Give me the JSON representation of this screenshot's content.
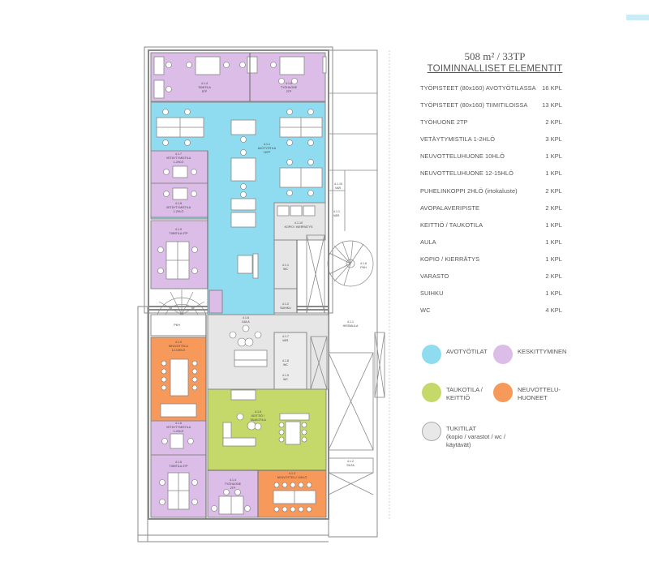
{
  "summary": {
    "area": "508 m² / 33TP",
    "heading": "TOIMINNALLISET ELEMENTIT"
  },
  "elements": [
    {
      "label": "TYÖPISTEET (80x160) AVOTYÖTILASSA",
      "qty": "16 KPL"
    },
    {
      "label": "TYÖPISTEET (80x160) TIIMITILOISSA",
      "qty": "13 KPL"
    },
    {
      "label": "TYÖHUONE 2TP",
      "qty": "2 KPL"
    },
    {
      "label": "VETÄYTYMISTILA 1-2HLÖ",
      "qty": "3 KPL"
    },
    {
      "label": "NEUVOTTELUHUONE 10HLÖ",
      "qty": "1 KPL"
    },
    {
      "label": "NEUVOTTELUHUONE 12-15HLÖ",
      "qty": "1 KPL"
    },
    {
      "label": "PUHELINKOPPI 2HLÖ (irtokaluste)",
      "qty": "2 KPL"
    },
    {
      "label": "AVOPALAVERIPISTE",
      "qty": "2 KPL"
    },
    {
      "label": "KEITTIÖ / TAUKOTILA",
      "qty": "1 KPL"
    },
    {
      "label": "AULA",
      "qty": "1 KPL"
    },
    {
      "label": "KOPIO / KIERRÄTYS",
      "qty": "1 KPL"
    },
    {
      "label": "VARASTO",
      "qty": "2 KPL"
    },
    {
      "label": "SUIHKU",
      "qty": "1 KPL"
    },
    {
      "label": "WC",
      "qty": "4 KPL"
    }
  ],
  "legend": [
    {
      "key": "open",
      "label_1": "AVOTYÖTILAT",
      "label_2": "",
      "label_3": "",
      "color": "#8fdcf0"
    },
    {
      "key": "focus",
      "label_1": "KESKITTYMINEN",
      "label_2": "",
      "label_3": "",
      "color": "#dcbde8"
    },
    {
      "key": "break",
      "label_1": "TAUKOTILA /",
      "label_2": "KEITTIÖ",
      "label_3": "",
      "color": "#c5d86a"
    },
    {
      "key": "meeting",
      "label_1": "NEUVOTTELU-",
      "label_2": "HUONEET",
      "label_3": "",
      "color": "#f7995a"
    },
    {
      "key": "support",
      "label_1": "TUKITILAT",
      "label_2": "(kopio / varastot / wc /",
      "label_3": "käytävät)",
      "color": "#e8e8e8"
    }
  ],
  "colors": {
    "open": "#8fdcf0",
    "focus": "#dcbde8",
    "break": "#c5d86a",
    "meeting": "#f7995a",
    "support": "#e6e6e6",
    "wall": "#777777"
  },
  "rooms": {
    "tiimitila_top": {
      "num": "4.1.4",
      "name": "TIIMITILA",
      "cap": "5TP"
    },
    "tyohuone_top": {
      "num": "4.1.6",
      "name": "TYÖHUONE",
      "cap": "2TP"
    },
    "avotyotila": {
      "num": "4.1.1",
      "name": "AVOTYÖTILA",
      "cap": "16TP"
    },
    "vetaytymistila_1": {
      "num": "4.1.7",
      "name": "VETÄYTYMISTILA",
      "cap": "1-2HLÖ"
    },
    "vetaytymistila_2": {
      "num": "4.1.8",
      "name": "VETÄYTYMISTILA",
      "cap": "1-2HLÖ"
    },
    "tiimitila_mid": {
      "num": "4.1.9",
      "name": "TIIMITILA 4TP",
      "cap": ""
    },
    "kopio": {
      "num": "4.1.10",
      "name": "KOPIO / KIERRÄTYS",
      "cap": ""
    },
    "wc_top": {
      "num": "4.1.1",
      "name": "WC",
      "cap": ""
    },
    "suihku": {
      "num": "4.1.2",
      "name": "SUIHKU",
      "cap": ""
    },
    "var_1": {
      "num": "4.1.10",
      "name": "VAR.",
      "cap": ""
    },
    "var_2": {
      "num": "4.1.1",
      "name": "VAR.",
      "cap": ""
    },
    "pkh_right": {
      "num": "4.1.6",
      "name": "PKH",
      "cap": ""
    },
    "pkh_left": {
      "num": "",
      "name": "PKH",
      "cap": ""
    },
    "aula": {
      "num": "4.1.6",
      "name": "AULA",
      "cap": ""
    },
    "hissiaula": {
      "num": "4.1.1",
      "name": "HISSIAULA",
      "cap": ""
    },
    "neuvottelu_left": {
      "num": "4.1.9",
      "name": "NEUVOTTELU",
      "cap": "12-15HLÖ"
    },
    "var_3": {
      "num": "4.1.7",
      "name": "VAR.",
      "cap": ""
    },
    "wc_mid_1": {
      "num": "4.1.8",
      "name": "WC",
      "cap": ""
    },
    "wc_mid_2": {
      "num": "4.1.9",
      "name": "WC",
      "cap": ""
    },
    "keittio": {
      "num": "4.1.5",
      "name": "KEITTIÖ /",
      "cap": "TAUKOTILA"
    },
    "silta": {
      "num": "4.1.2",
      "name": "SILTA",
      "cap": ""
    },
    "vetaytymistila_3": {
      "num": "4.1.6",
      "name": "VETÄYTYMISTILA",
      "cap": "1-2HLÖ"
    },
    "tiimitila_bottom": {
      "num": "4.1.5",
      "name": "TIIMITILA 4TP",
      "cap": ""
    },
    "tyohuone_bottom": {
      "num": "4.1.4",
      "name": "TYÖHUONE",
      "cap": "2TP"
    },
    "neuvottelu_bottom": {
      "num": "4.1.3",
      "name": "NEUVOTTELU 10HLÖ",
      "cap": ""
    }
  }
}
